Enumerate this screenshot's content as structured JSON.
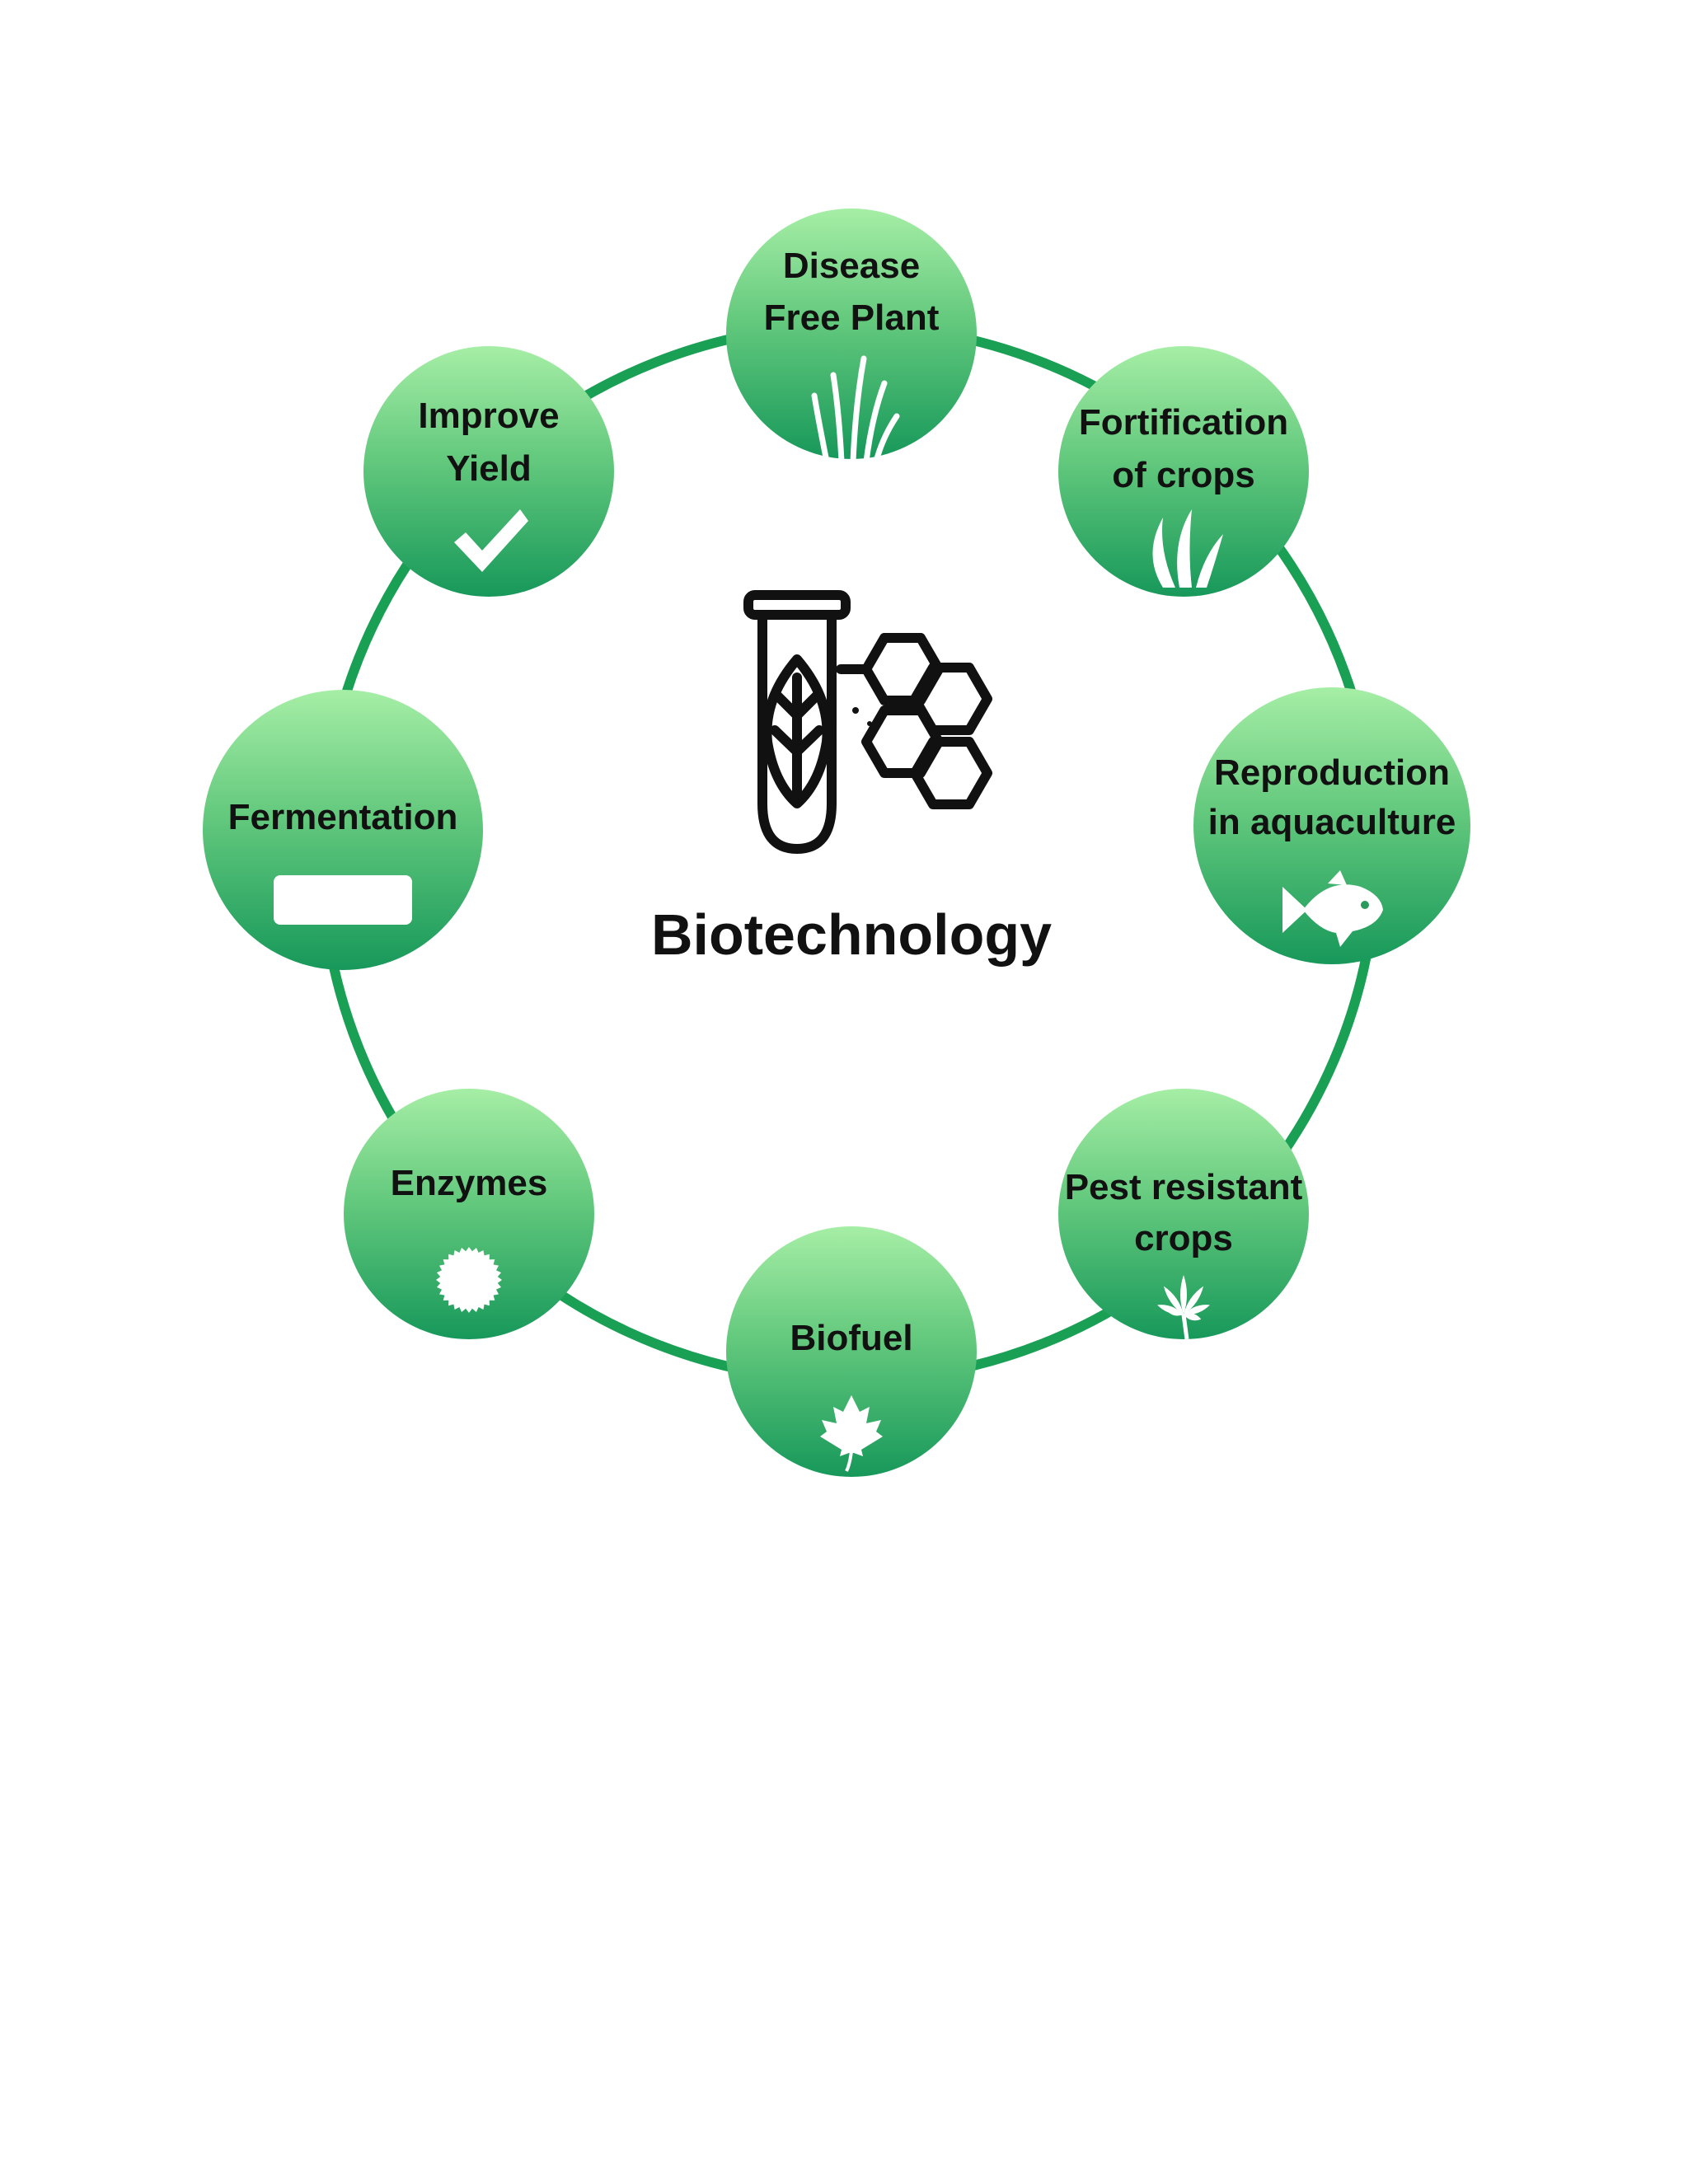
{
  "diagram": {
    "center_label": "Biotechnology",
    "center_icon": "test-tube-leaf-molecule-icon",
    "ring_color": "#1aa055",
    "node_gradient_top": "#a6eea6",
    "node_gradient_bottom": "#17985a",
    "nodes": [
      {
        "id": "disease-free-plant",
        "lines": [
          "Disease",
          "Free Plant"
        ],
        "icon": "grass-icon"
      },
      {
        "id": "fortification-of-crops",
        "lines": [
          "Fortification",
          "of crops"
        ],
        "icon": "seaweed-icon"
      },
      {
        "id": "reproduction-in-aquaculture",
        "lines": [
          "Reproduction",
          "in aquaculture"
        ],
        "icon": "fish-icon"
      },
      {
        "id": "pest-resistant-crops",
        "lines": [
          "Pest resistant",
          "crops"
        ],
        "icon": "cannabis-leaf-icon"
      },
      {
        "id": "biofuel",
        "lines": [
          "Biofuel"
        ],
        "icon": "maple-leaf-icon"
      },
      {
        "id": "enzymes",
        "lines": [
          "Enzymes"
        ],
        "icon": "gear-circle-icon"
      },
      {
        "id": "fermentation",
        "lines": [
          "Fermentation"
        ],
        "icon": "rectangle-icon"
      },
      {
        "id": "improve-yield",
        "lines": [
          "Improve",
          "Yield"
        ],
        "icon": "checkmark-icon"
      }
    ]
  }
}
